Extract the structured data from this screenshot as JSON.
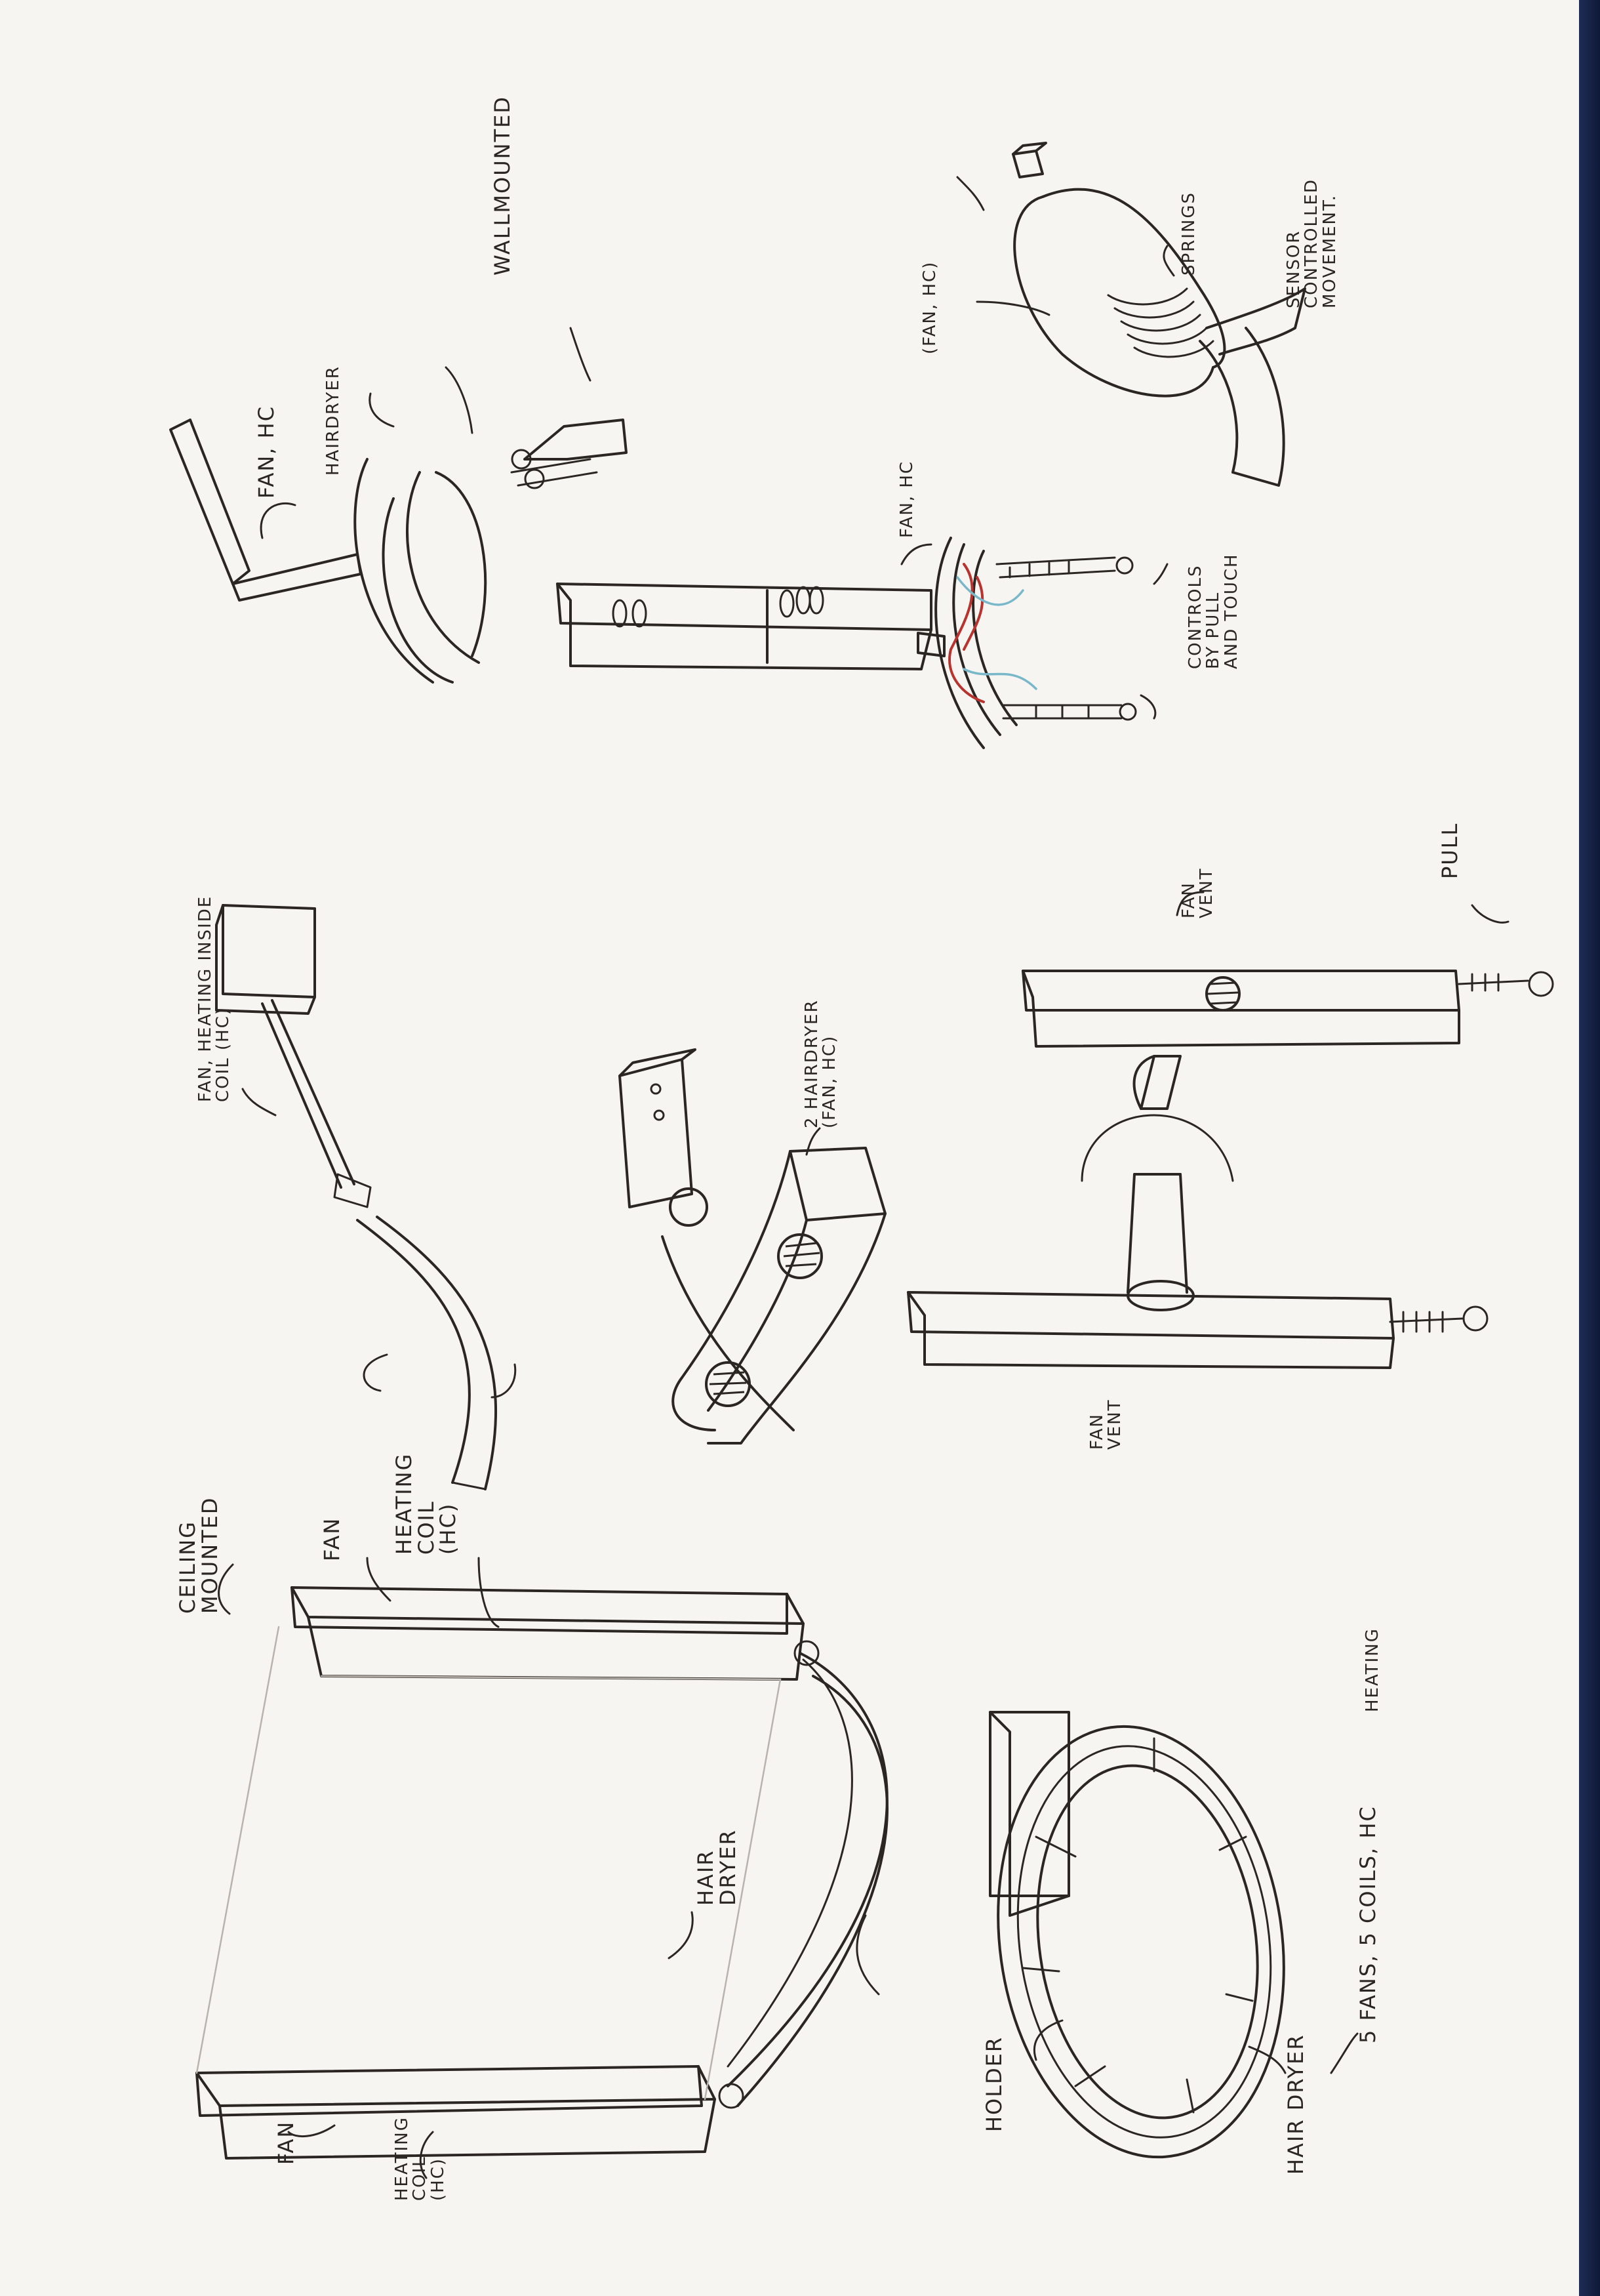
{
  "labels": {
    "ceiling_mounted": "CEILING\nMOUNTED",
    "fan_right": "FAN",
    "heating_coil_right": "HEATING\nCOIL\n(HC)",
    "hair_dryer_ceiling": "HAIR\nDRYER",
    "fan_left": "FAN",
    "heating_coil_left": "HEATING\nCOIL\n(HC)",
    "holder": "HOLDER",
    "hair_dryer_ring": "HAIR DRYER",
    "five_fans": "5 FANS, 5 COILS, HC",
    "heating_sub": "HEATING",
    "fan_heating_inside": "FAN, HEATING INSIDE\nCOIL (HC)",
    "two_hairdryer": "2 HAIRDRYER\n(FAN, HC)",
    "fan_vent_left": "FAN\nVENT",
    "fan_vent_right": "FAN\nVENT",
    "pull": "PULL",
    "fan_hc_wall": "FAN, HC",
    "hairdryer_wall": "HAIRDRYER",
    "wall_mounted": "WALLMOUNTED",
    "fan_hc_pole": "FAN, HC",
    "controls": "CONTROLS\nBY PULL\nAND TOUCH",
    "fan_hc_spring": "(FAN, HC)",
    "springs": "SPRINGS",
    "sensor": "SENSOR\nCONTROLLED\nMOVEMENT."
  }
}
